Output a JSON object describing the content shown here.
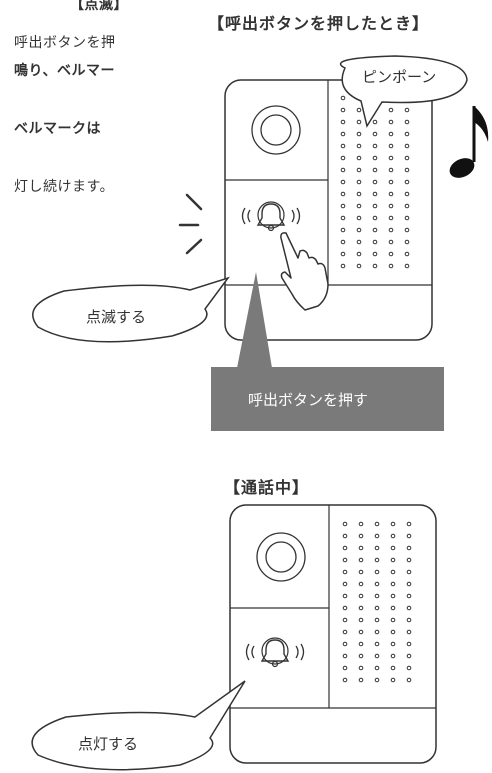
{
  "left_text": {
    "line1": "【点滅】",
    "line2": "呼出ボタンを押",
    "line3": "鳴り、ベルマー",
    "line4": "ベルマークは",
    "line5": "灯し続けます。"
  },
  "section1": {
    "heading": "【呼出ボタンを押したとき】",
    "chime_bubble": "ピンポーン",
    "blink_bubble": "点滅する",
    "press_banner": "呼出ボタンを押す"
  },
  "section2": {
    "heading": "【通話中】",
    "lit_bubble": "点灯する"
  },
  "colors": {
    "line": "#333333",
    "banner_bg": "#7a7a7a",
    "banner_text": "#ffffff"
  },
  "icons": [
    "music-note-icon",
    "bell-icon",
    "hand-pointer-icon",
    "camera-lens-icon"
  ]
}
